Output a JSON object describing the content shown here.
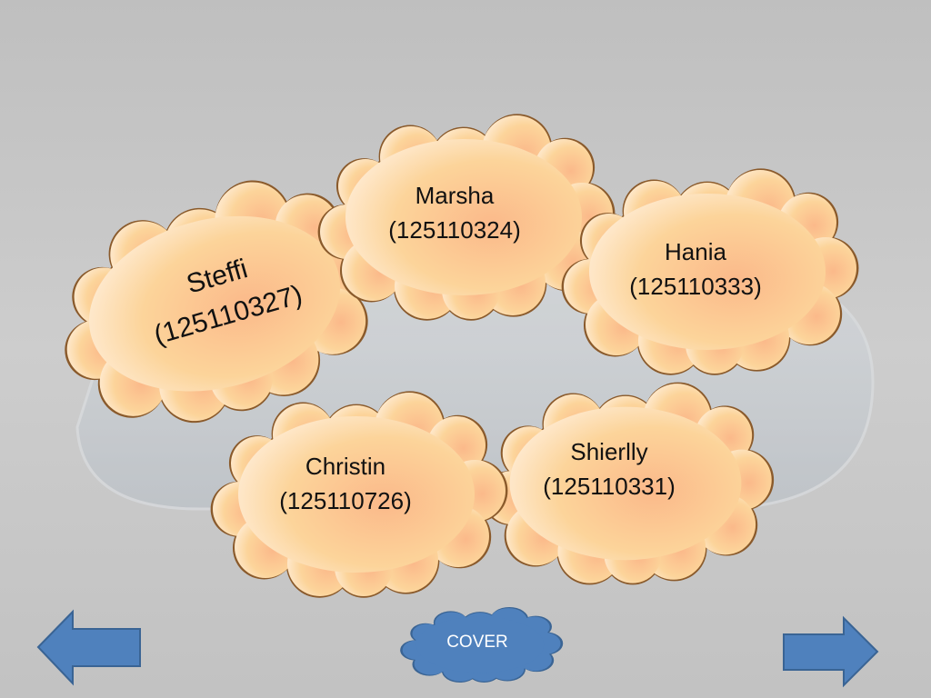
{
  "clouds": [
    {
      "id": "steffi",
      "name": "Steffi",
      "number": "(125110327)"
    },
    {
      "id": "marsha",
      "name": "Marsha",
      "number": "(125110324)"
    },
    {
      "id": "hania",
      "name": "Hania",
      "number": "(125110333)"
    },
    {
      "id": "christin",
      "name": "Christin",
      "number": "(125110726)"
    },
    {
      "id": "shierlly",
      "name": "Shierlly",
      "number": "(125110331)"
    }
  ],
  "nav": {
    "cover_label": "COVER",
    "back_icon": "arrow-left-icon",
    "forward_icon": "arrow-right-icon"
  },
  "colors": {
    "background": "#c4c4c4",
    "cloud_fill": "#fbc78a",
    "cloud_stroke": "#8a5a2b",
    "arrow_fill": "#4f81bd",
    "cover_fill": "#4f81bd"
  }
}
